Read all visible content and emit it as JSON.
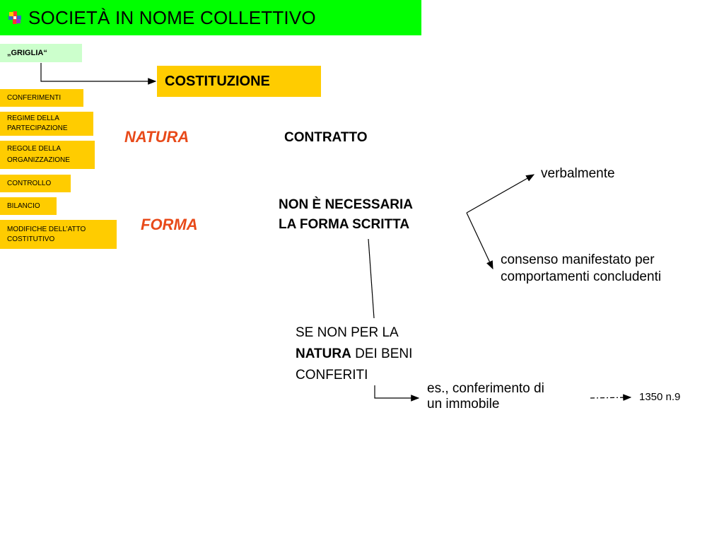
{
  "header": {
    "title": "SOCIETÀ IN NOME COLLETTIVO",
    "icon": "flag-icon"
  },
  "griglia_label": "„GRIGLIA“",
  "costituzione_label": "COSTITUZIONE",
  "sidebar": {
    "items": [
      {
        "label": "CONFERIMENTI"
      },
      {
        "label": "REGIME DELLA PARTECIPAZIONE"
      },
      {
        "label": "REGOLE DELLA ORGANIZZAZIONE"
      },
      {
        "label": "CONTROLLO"
      },
      {
        "label": "BILANCIO"
      },
      {
        "label": "MODIFICHE DELL’ATTO COSTITUTIVO"
      }
    ]
  },
  "diagram": {
    "natura_label": "NATURA",
    "contratto_label": "CONTRATTO",
    "forma_label": "FORMA",
    "forma_text_line1": "NON È NECESSARIA",
    "forma_text_line2": "LA FORMA SCRITTA",
    "verbalmente": "verbalmente",
    "consenso_line1": "consenso manifestato per",
    "consenso_line2": "comportamenti concludenti",
    "eccezione_line1": "SE NON PER LA",
    "eccezione_bold": "NATURA",
    "eccezione_rest": " DEI BENI",
    "eccezione_line3": "CONFERITI",
    "esempio_line1": "es., conferimento di",
    "esempio_line2": "un immobile",
    "riferimento": "1350 n.9"
  },
  "colors": {
    "title_bg": "#00ff00",
    "griglia_bg": "#ccffcc",
    "box_bg": "#ffcc00",
    "accent_red": "#e84a1a"
  }
}
